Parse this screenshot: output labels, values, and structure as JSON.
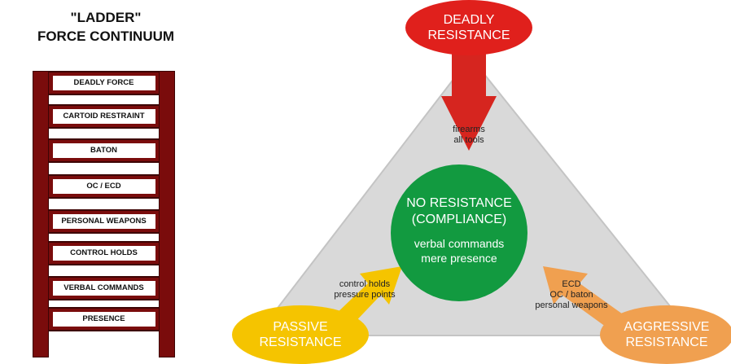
{
  "ladder": {
    "title_line1": "\"LADDER\"",
    "title_line2": "FORCE CONTINUUM",
    "rungs": [
      "DEADLY FORCE",
      "CARTOID RESTRAINT",
      "BATON",
      "OC / ECD",
      "PERSONAL WEAPONS",
      "CONTROL HOLDS",
      "VERBAL COMMANDS",
      "PRESENCE"
    ]
  },
  "triangle": {
    "top": {
      "line1": "DEADLY",
      "line2": "RESISTANCE",
      "arrow_line1": "firearms",
      "arrow_line2": "all tools"
    },
    "left": {
      "line1": "PASSIVE",
      "line2": "RESISTANCE",
      "arrow_line1": "control holds",
      "arrow_line2": "pressure points"
    },
    "right": {
      "line1": "AGGRESSIVE",
      "line2": "RESISTANCE",
      "arrow_line1": "ECD",
      "arrow_line2": "OC / baton",
      "arrow_line3": "personal weapons"
    },
    "center": {
      "line1": "NO RESISTANCE",
      "line2": "(COMPLIANCE)",
      "line3": "verbal commands",
      "line4": "mere presence"
    }
  },
  "colors": {
    "ladder_wood": "#7a0c0c",
    "triangle_fill": "#d9d9d9",
    "deadly": "#e0201c",
    "passive": "#f5c400",
    "aggressive": "#f0a050",
    "compliance": "#129a40"
  }
}
